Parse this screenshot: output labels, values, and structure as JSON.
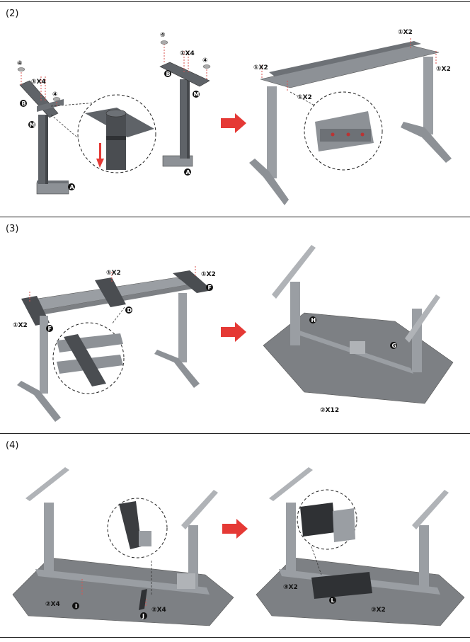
{
  "steps": [
    {
      "label": "(2)",
      "callouts": {
        "c4a": "④",
        "c1x4a": "①X4",
        "c4b": "④",
        "cB": "B",
        "cM": "M",
        "cA": "A",
        "c4c": "④",
        "c1x4b": "①X4",
        "c4d": "④",
        "cB2": "B",
        "cM2": "M",
        "cA2": "A",
        "c1x2a": "①X2",
        "c1x2b": "①X2",
        "c1x2c": "①X2",
        "c1x2d": "①X2"
      }
    },
    {
      "label": "(3)",
      "callouts": {
        "c1x2a": "①X2",
        "c1x2b": "①X2",
        "c1x2c": "①X2",
        "cF1": "F",
        "cF2": "F",
        "cD": "D",
        "cH": "H",
        "cG": "G",
        "c2x12": "②X12"
      }
    },
    {
      "label": "(4)",
      "callouts": {
        "c2x4a": "②X4",
        "cI": "I",
        "cJ": "J",
        "c2x4b": "②X4",
        "c3x2a": "③X2",
        "cL": "L",
        "c3x2b": "③X2"
      }
    }
  ],
  "colors": {
    "frame": "#8d9196",
    "frame_dark": "#5f6368",
    "desk": "#7d8084",
    "arrow": "#e53935",
    "screw": "#d9534f"
  }
}
